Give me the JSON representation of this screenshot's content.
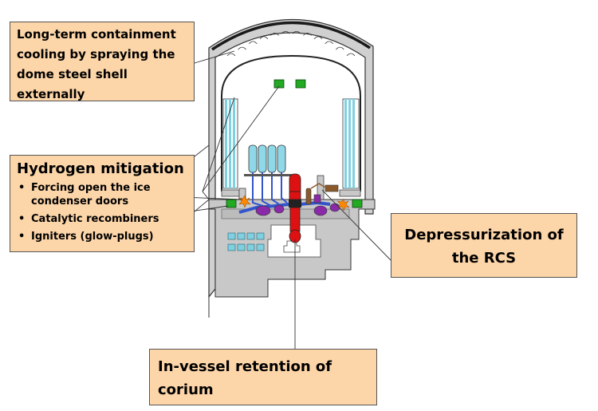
{
  "callouts": {
    "cooling": {
      "text": "Long-term containment cooling by spraying the dome steel shell externally"
    },
    "hydrogen": {
      "title": "Hydrogen mitigation",
      "bullets": [
        "Forcing open the ice condenser doors",
        "Catalytic recombiners",
        "Igniters (glow-plugs)"
      ]
    },
    "depressurization": {
      "text": "Depressurization of the RCS"
    },
    "invessel": {
      "text": "In-vessel retention of corium"
    }
  },
  "colors": {
    "callout_fill": "#fcd5a8",
    "concrete": "#c8c8c8",
    "steel_shell": "#1a1a1a",
    "ice_condenser": "#7fd0e0",
    "recombiner": "#22aa22",
    "reactor_vessel": "#dd1111",
    "steam_generator": "#8fd8e8",
    "coolant_piping": "#3355cc",
    "pump": "#8a2aa8",
    "pressurizer": "#8b5a2b",
    "igniter": "#ff8800"
  },
  "icons": {
    "igniter": "spark-burst",
    "recombiner": "green-square"
  }
}
